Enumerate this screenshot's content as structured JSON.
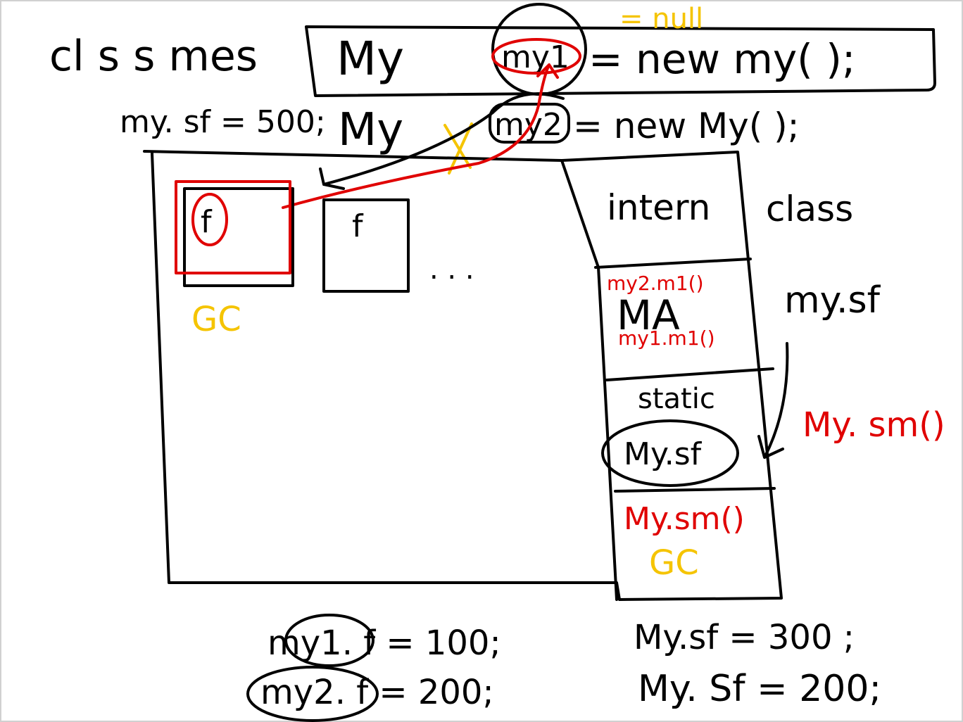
{
  "code": {
    "class_line": "cl s s mes",
    "decl1_type": "My",
    "decl1_var": "my1",
    "decl1_rest": "= new my( );",
    "null_note": "= null",
    "assign_static": "my. sf = 500;",
    "decl2_type": "My",
    "decl2_var": "my2",
    "decl2_rest": "= new My( );"
  },
  "heap": {
    "object1_field": "f",
    "object2_field": "f",
    "ellipsis": ". . .",
    "gc_label": "GC"
  },
  "memory_area": {
    "header": "intern",
    "method_calls_top": "my2.m1()",
    "method_area": "MA",
    "method_calls_bottom": "my1.m1()",
    "static_label": "static",
    "static_field": "My.sf",
    "static_method": "My.sm()",
    "gc_label": "GC"
  },
  "annotations": {
    "class_word": "class",
    "static_access": "my.sf",
    "static_method_call": "My. sm()"
  },
  "statements": {
    "left": [
      "my1. f = 100;",
      "my2. f = 200;"
    ],
    "right": [
      "My.sf = 300 ;",
      "My. Sf = 200;"
    ]
  },
  "colors": {
    "ink": "#000000",
    "red": "#e00000",
    "yellow": "#f5c400"
  }
}
